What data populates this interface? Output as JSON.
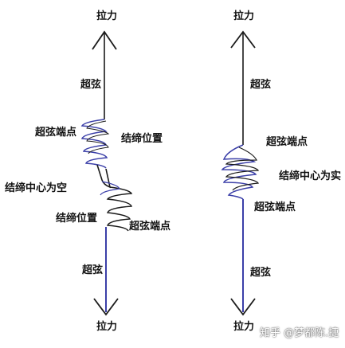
{
  "colors": {
    "line": "#1a1a1a",
    "blue": "#3b3fa8",
    "text": "#111111"
  },
  "left_diagram": {
    "top_force": "拉力",
    "bottom_force": "拉力",
    "upper_twist": "超弦",
    "upper_end": "超弦端点",
    "knot_pos_upper": "结缔位置",
    "center_note": "结缔中心为空",
    "knot_pos_lower": "结缔位置",
    "lower_end": "超弦端点",
    "lower_twist": "超弦"
  },
  "right_diagram": {
    "top_force": "拉力",
    "bottom_force": "拉力",
    "upper_twist": "超弦",
    "upper_end": "超弦端点",
    "center_note": "结缔中心为实",
    "lower_end": "超弦端点",
    "lower_twist": "超弦"
  },
  "watermark": "知乎 @梦都陈.捷"
}
